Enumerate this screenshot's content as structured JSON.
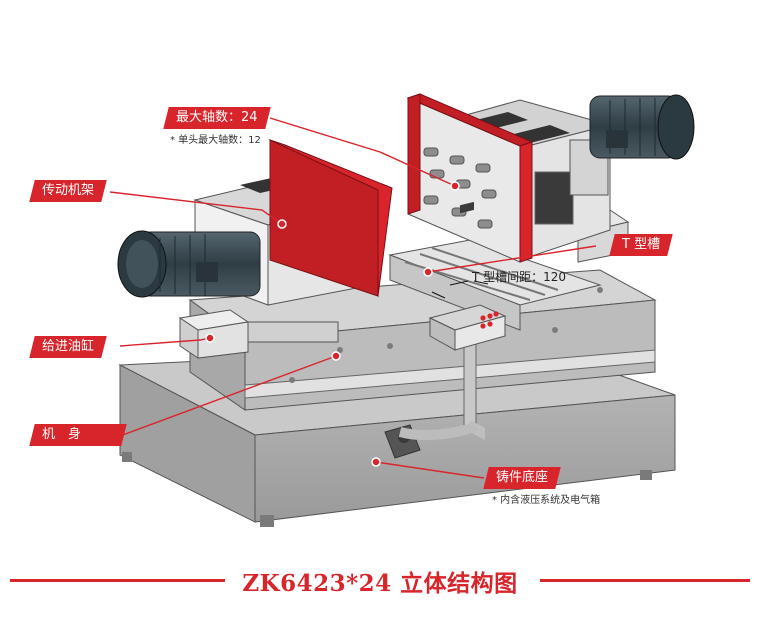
{
  "callouts": {
    "max_axes": "最大轴数：24",
    "single_head_axes": "* 单头最大轴数：12",
    "transmission_frame": "传动机架",
    "feed_cylinder": "给进油缸",
    "machine_body": "机　身",
    "cast_base": "铸件底座",
    "cast_base_note": "* 内含液压系统及电气箱",
    "t_slot": "T 型槽",
    "t_slot_spacing": "T 型槽间距：120"
  },
  "title": "ZK6423*24 立体结构图",
  "colors": {
    "accent": "#d8252b",
    "body": "#a7a7a7",
    "light_metal": "#dcdcdc",
    "motor": "#3d4d55"
  }
}
